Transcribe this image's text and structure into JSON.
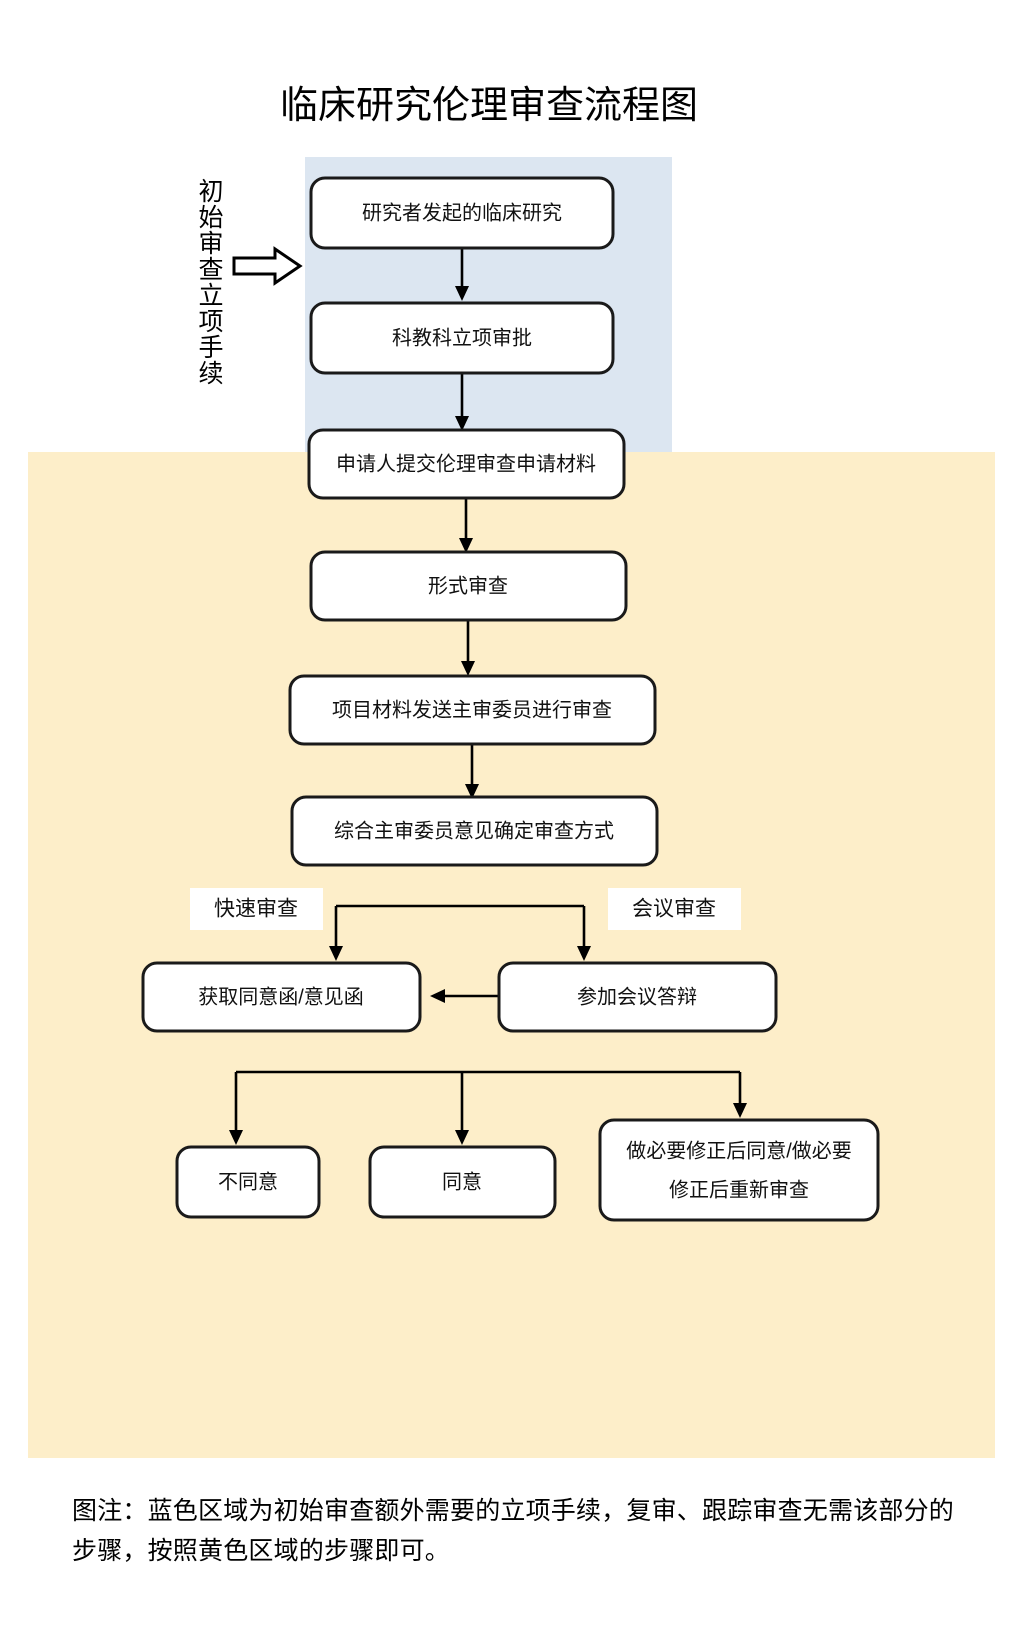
{
  "diagram": {
    "title": "临床研究伦理审查流程图",
    "side_label": "初始审查立项手续",
    "side_arrow_icon": "right-arrow-icon",
    "regions": {
      "blue": {
        "name": "初始审查立项手续区域",
        "color": "#dce6f1"
      },
      "yellow": {
        "name": "伦理审查主流程区域",
        "color": "#fdeec9"
      }
    },
    "nodes": {
      "n1": "研究者发起的临床研究",
      "n2": "科教科立项审批",
      "n3": "申请人提交伦理审查申请材料",
      "n4": "形式审查",
      "n5": "项目材料发送主审委员进行审查",
      "n6": "综合主审委员意见确定审查方式",
      "n7": "获取同意函/意见函",
      "n8": "参加会议答辩",
      "n9": "不同意",
      "n10": "同意",
      "n11_line1": "做必要修正后同意/做必要",
      "n11_line2": "修正后重新审查"
    },
    "branch_labels": {
      "fast": "快速审查",
      "meeting": "会议审查"
    },
    "caption": "图注：蓝色区域为初始审查额外需要的立项手续，复审、跟踪审查无需该部分的步骤，按照黄色区域的步骤即可。"
  },
  "chart_data": {
    "type": "diagram",
    "title": "临床研究伦理审查流程图",
    "nodes": [
      {
        "id": "n1",
        "label": "研究者发起的临床研究",
        "region": "blue"
      },
      {
        "id": "n2",
        "label": "科教科立项审批",
        "region": "blue"
      },
      {
        "id": "n3",
        "label": "申请人提交伦理审查申请材料",
        "region": "yellow"
      },
      {
        "id": "n4",
        "label": "形式审查",
        "region": "yellow"
      },
      {
        "id": "n5",
        "label": "项目材料发送主审委员进行审查",
        "region": "yellow"
      },
      {
        "id": "n6",
        "label": "综合主审委员意见确定审查方式",
        "region": "yellow"
      },
      {
        "id": "n7",
        "label": "获取同意函/意见函",
        "region": "yellow"
      },
      {
        "id": "n8",
        "label": "参加会议答辩",
        "region": "yellow"
      },
      {
        "id": "n9",
        "label": "不同意",
        "region": "yellow"
      },
      {
        "id": "n10",
        "label": "同意",
        "region": "yellow"
      },
      {
        "id": "n11",
        "label": "做必要修正后同意/做必要修正后重新审查",
        "region": "yellow"
      }
    ],
    "edges": [
      {
        "from": "n1",
        "to": "n2",
        "label": ""
      },
      {
        "from": "n2",
        "to": "n3",
        "label": ""
      },
      {
        "from": "n3",
        "to": "n4",
        "label": ""
      },
      {
        "from": "n4",
        "to": "n5",
        "label": ""
      },
      {
        "from": "n5",
        "to": "n6",
        "label": ""
      },
      {
        "from": "n6",
        "to": "n7",
        "label": "快速审查"
      },
      {
        "from": "n6",
        "to": "n8",
        "label": "会议审查"
      },
      {
        "from": "n8",
        "to": "n7",
        "label": ""
      },
      {
        "from": "n7",
        "to": "n9",
        "label": ""
      },
      {
        "from": "n7",
        "to": "n10",
        "label": ""
      },
      {
        "from": "n7",
        "to": "n11",
        "label": ""
      }
    ],
    "annotations": [
      "初始审查立项手续",
      "图注：蓝色区域为初始审查额外需要的立项手续，复审、跟踪审查无需该部分的步骤，按照黄色区域的步骤即可。"
    ]
  }
}
